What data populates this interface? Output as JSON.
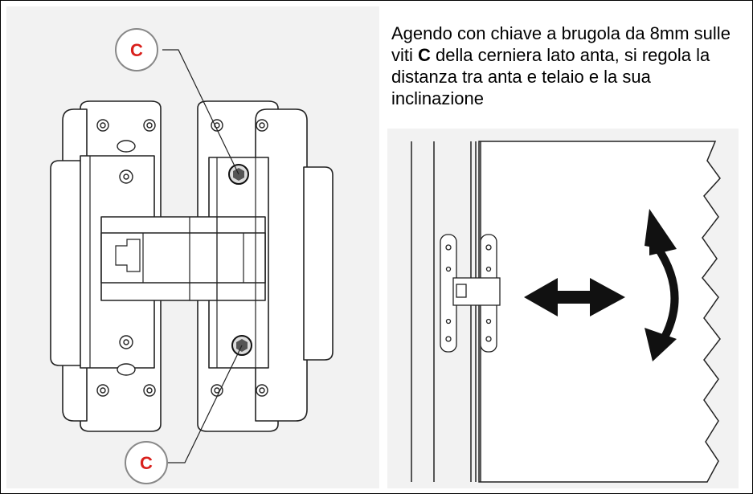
{
  "instructions": {
    "part1": "Agendo con chiave a brugola da 8mm sulle viti ",
    "screw_letter": "C",
    "part2": " della cerniera lato anta, si regola la distanza tra anta e telaio e la sua inclinazione"
  },
  "callouts": {
    "top_label": "C",
    "bottom_label": "C"
  },
  "colors": {
    "callout": "#d9201c",
    "line": "#000000",
    "panel": "#f2f2f2"
  },
  "icons": [
    "horizontal-double-arrow-icon",
    "curved-double-arrow-icon"
  ]
}
